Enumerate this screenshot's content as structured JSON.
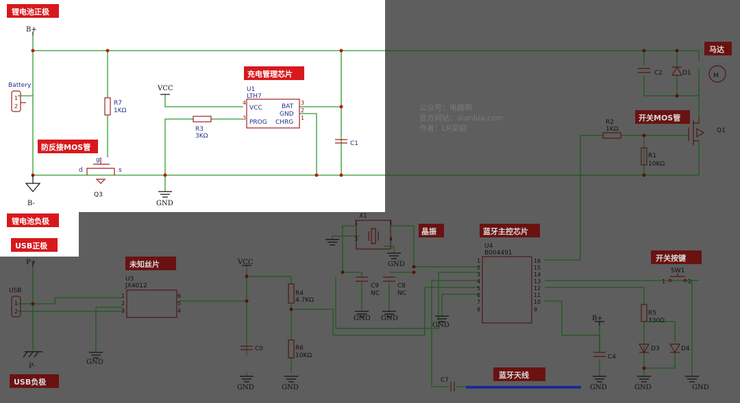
{
  "tags": {
    "li_pos": "锂电池正极",
    "li_neg": "锂电池负极",
    "usb_pos": "USB正极",
    "usb_neg": "USB负极",
    "reverse_mos": "防反接MOS管",
    "charge_ic": "充电管理芯片",
    "motor": "马达",
    "switch_mos": "开关MOS管",
    "unknown_ic": "未知丝片",
    "crystal": "晶振",
    "mcu": "蓝牙主控芯片",
    "switch_button": "开关按键",
    "antenna": "蓝牙天线"
  },
  "watermark": {
    "line1": "公众号：电路啊",
    "line2": "官方网站：dianlua.com",
    "line3": "作者：LR梁锐"
  },
  "nets": {
    "b_plus": "B+",
    "b_minus": "B-",
    "vcc": "VCC",
    "gnd": "GND",
    "p_plus": "P+",
    "p_minus": "P-"
  },
  "components": {
    "battery": "Battery",
    "r7": "R7",
    "r7_val": "1KΩ",
    "q3": "Q3",
    "q3_d": "d",
    "q3_g": "g",
    "q3_s": "s",
    "u1": "U1",
    "u1_part": "LTH7",
    "u1_vcc": "VCC",
    "u1_prog": "PROG",
    "u1_bat": "BAT",
    "u1_gnd": "GND",
    "u1_chrg": "CHRG",
    "r3": "R3",
    "r3_val": "3KΩ",
    "c1": "C1",
    "c2": "C2",
    "d1": "D1",
    "motor_m": "M",
    "r2": "R2",
    "r2_val": "1KΩ",
    "r1": "R1",
    "r1_val": "10KΩ",
    "q1": "Q1",
    "usb": "USB",
    "u3": "U3",
    "u3_part": "JX4012",
    "c0": "C0",
    "r4": "R4",
    "r4_val": "4.7KΩ",
    "r6": "R6",
    "r6_val": "10KΩ",
    "x1": "X1",
    "c9": "C9",
    "c9_val": "NC",
    "c8": "C8",
    "c8_val": "NC",
    "u4": "U4",
    "u4_part": "B004491",
    "c4": "C4",
    "r5": "R5",
    "r5_val": "330Ω",
    "d3": "D3",
    "d4": "D4",
    "sw1": "SW1",
    "c7": "C7"
  },
  "colors": {
    "background": "#5e5e5e",
    "highlight_panel": "#ffffff",
    "wire": "#2f9a2f",
    "component": "#a01e1e",
    "tag": "#d7191c",
    "antenna": "#1a2a9a"
  }
}
